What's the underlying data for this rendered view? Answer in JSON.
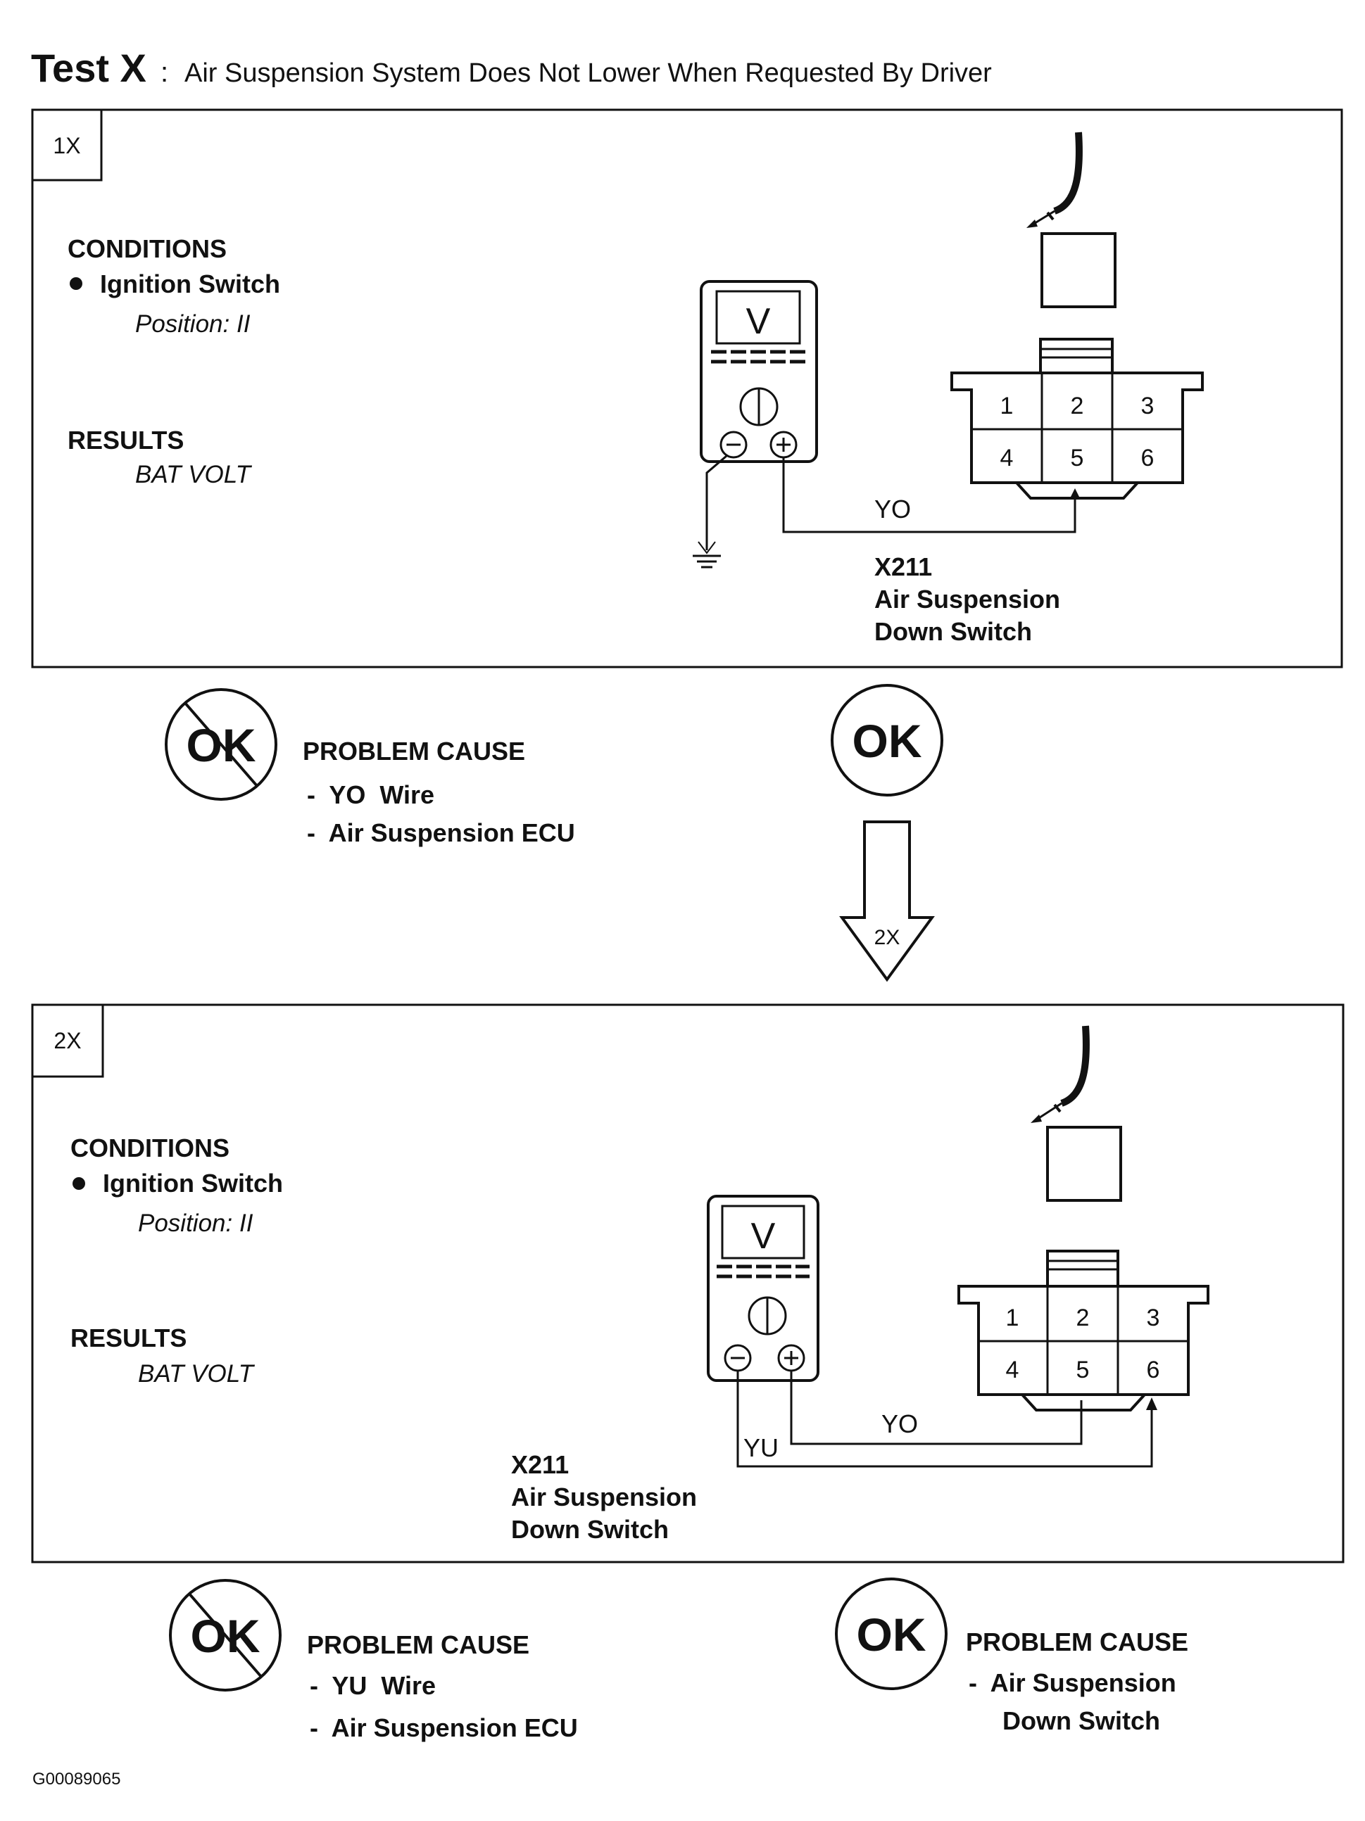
{
  "header": {
    "test_label": "Test X",
    "colon": ":",
    "title": "Air Suspension System Does Not Lower When Requested By Driver"
  },
  "step1": {
    "tag": "1X",
    "conditions_heading": "CONDITIONS",
    "condition_item": "Ignition Switch",
    "condition_position": "Position: II",
    "results_heading": "RESULTS",
    "results_value": "BAT VOLT",
    "meter_symbol": "V",
    "pins": [
      "1",
      "2",
      "3",
      "4",
      "5",
      "6"
    ],
    "wire_label": "YO",
    "connector_id": "X211",
    "connector_name_1": "Air Suspension",
    "connector_name_2": "Down Switch",
    "not_ok_symbol": "OK",
    "not_ok_cause_heading": "PROBLEM CAUSE",
    "not_ok_causes": [
      "-  YO  Wire",
      "-  Air Suspension ECU"
    ],
    "ok_symbol": "OK",
    "next_step": "2X"
  },
  "step2": {
    "tag": "2X",
    "conditions_heading": "CONDITIONS",
    "condition_item": "Ignition Switch",
    "condition_position": "Position: II",
    "results_heading": "RESULTS",
    "results_value": "BAT VOLT",
    "meter_symbol": "V",
    "pins": [
      "1",
      "2",
      "3",
      "4",
      "5",
      "6"
    ],
    "wire_label_top": "YO",
    "wire_label_bottom": "YU",
    "connector_id": "X211",
    "connector_name_1": "Air Suspension",
    "connector_name_2": "Down Switch",
    "not_ok_symbol": "OK",
    "not_ok_cause_heading": "PROBLEM CAUSE",
    "not_ok_causes": [
      "-  YU  Wire",
      "-  Air Suspension ECU"
    ],
    "ok_symbol": "OK",
    "ok_cause_heading": "PROBLEM CAUSE",
    "ok_cause_1": "-  Air Suspension",
    "ok_cause_2": "Down Switch"
  },
  "footer": {
    "figure_id": "G00089065"
  },
  "icons": {
    "ground": "ground-symbol-icon",
    "voltmeter": "voltmeter-icon",
    "probe": "probe-icon",
    "arrow": "down-arrow-icon",
    "ok": "ok-circle-icon",
    "not_ok": "not-ok-circle-icon"
  }
}
